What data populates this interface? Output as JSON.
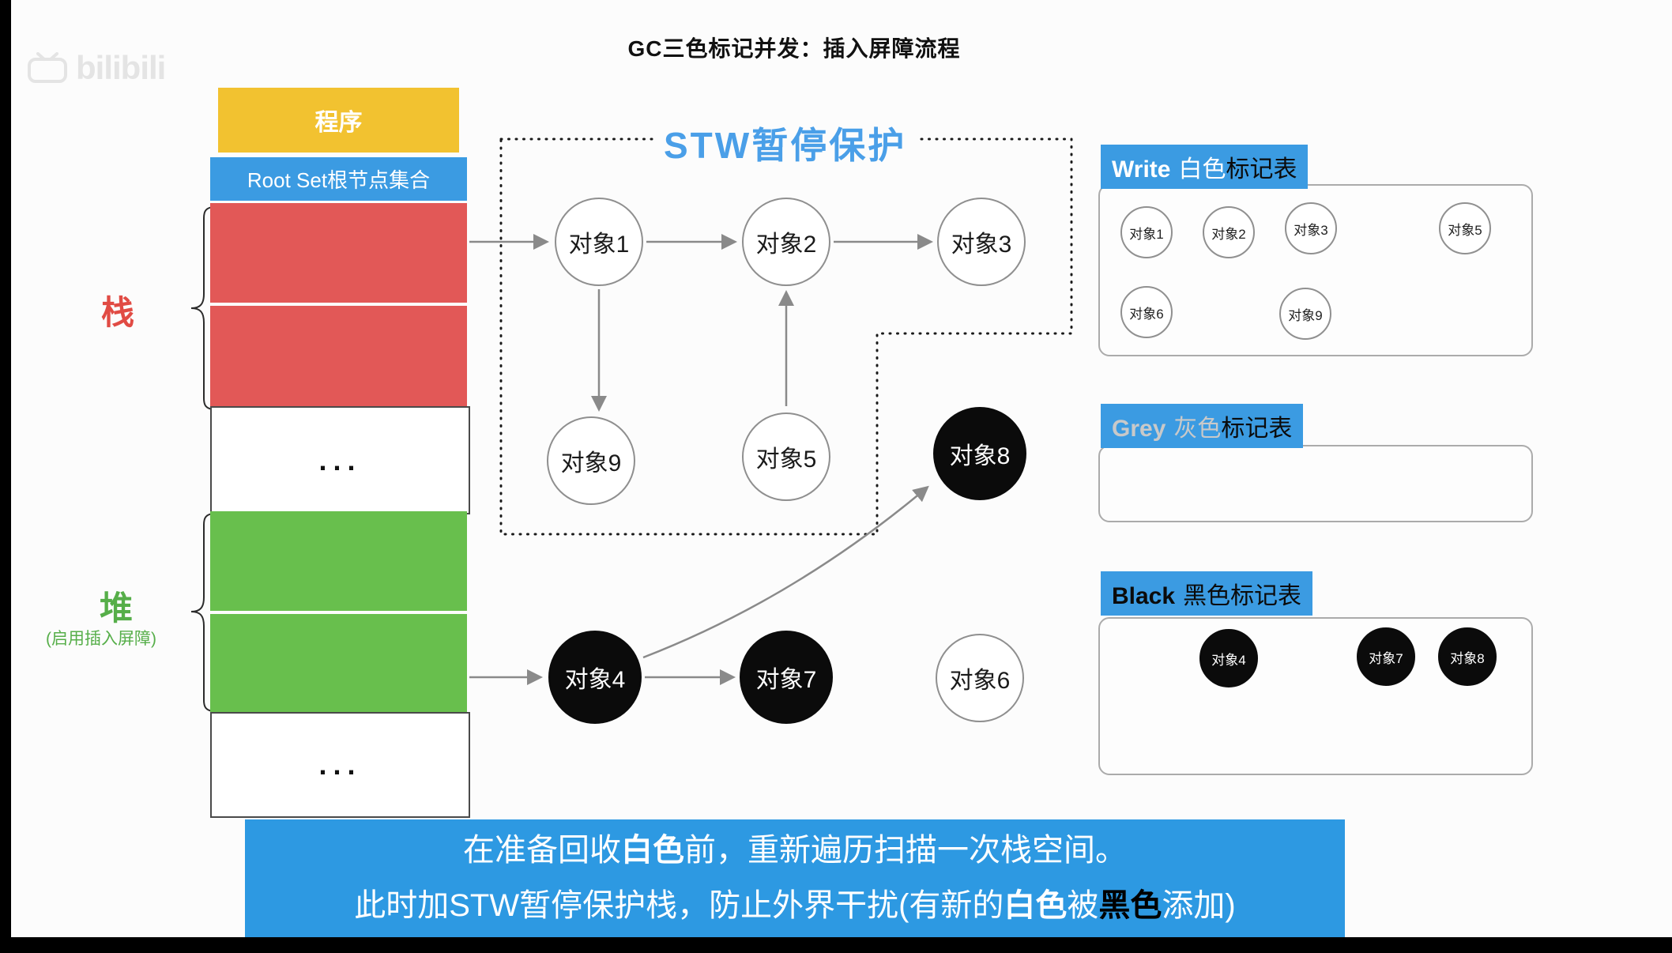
{
  "title": "GC三色标记并发：插入屏障流程",
  "watermark": "bilibili",
  "memory": {
    "program_label": "程序",
    "root_set_label": "Root Set根节点集合",
    "stack_label": "栈",
    "heap_label": "堆",
    "heap_note": "(启用插入屏障)",
    "ellipsis": "..."
  },
  "stw_title": "STW暂停保护",
  "graph": {
    "obj1": "对象1",
    "obj2": "对象2",
    "obj3": "对象3",
    "obj4": "对象4",
    "obj5": "对象5",
    "obj6": "对象6",
    "obj7": "对象7",
    "obj8": "对象8",
    "obj9": "对象9"
  },
  "tables": {
    "white": {
      "prefix": "Write",
      "color_word": "白色",
      "suffix": "标记表",
      "items": [
        "对象1",
        "对象2",
        "对象3",
        "对象5",
        "对象6",
        "对象9"
      ]
    },
    "grey": {
      "prefix": "Grey",
      "color_word": "灰色",
      "suffix": "标记表",
      "items": []
    },
    "black": {
      "prefix": "Black",
      "color_word": "黑色",
      "suffix": "标记表",
      "items": [
        "对象4",
        "对象7",
        "对象8"
      ]
    }
  },
  "banner": {
    "line1": [
      "在准备回收",
      "白色",
      "前，重新遍历扫描一次栈空间。"
    ],
    "line2": [
      "此时加STW暂停保护栈，防止外界干扰(有新的",
      "白色",
      "被",
      "黑色",
      "添加)"
    ]
  },
  "colors": {
    "accent_blue": "#3B9BE2",
    "banner_blue": "#2D99E2",
    "box_red": "#E25857",
    "box_green": "#68BF4D",
    "box_yellow": "#F2C230",
    "stack_label_red": "#E14B44",
    "heap_label_green": "#56AE49",
    "grey_word": "#C9C9C9",
    "node_black": "#0B0B0B"
  }
}
